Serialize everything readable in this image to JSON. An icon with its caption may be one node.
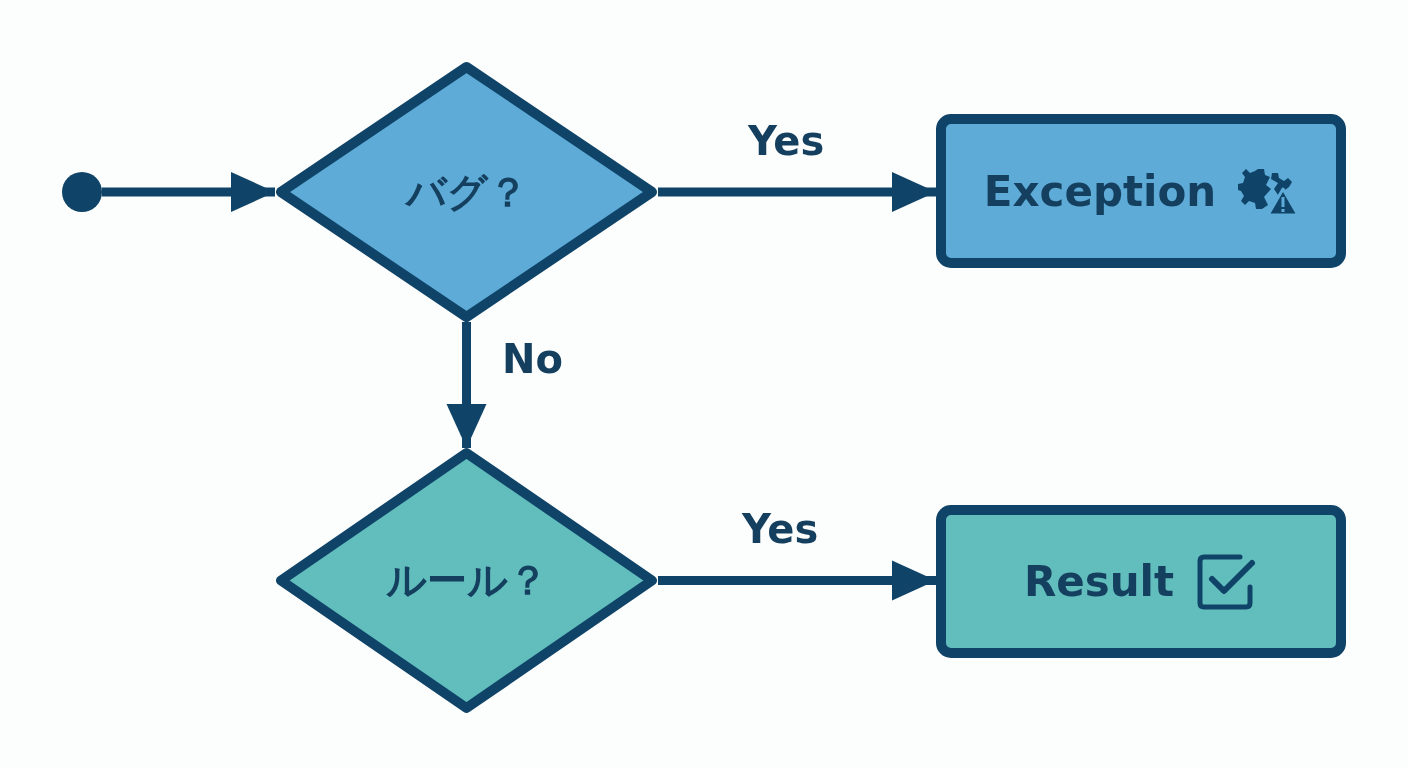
{
  "diagram": {
    "nodes": [
      {
        "text": [],
        "shape": "circle"
      },
      {
        "text": [
          "バグ？"
        ]
      },
      {
        "text": [
          "Exception"
        ]
      },
      {
        "text": [
          "ルール？"
        ]
      },
      {
        "text": [
          "Result"
        ]
      }
    ],
    "edges": [
      {
        "from": 0,
        "to": 1,
        "arrow": "to"
      },
      {
        "from": 1,
        "to": 2,
        "arrow": "to",
        "label": "Yes"
      },
      {
        "from": 1,
        "to": 3,
        "arrow": "to",
        "label": "No"
      },
      {
        "from": 3,
        "to": 4,
        "arrow": "to",
        "label": "Yes"
      }
    ]
  }
}
